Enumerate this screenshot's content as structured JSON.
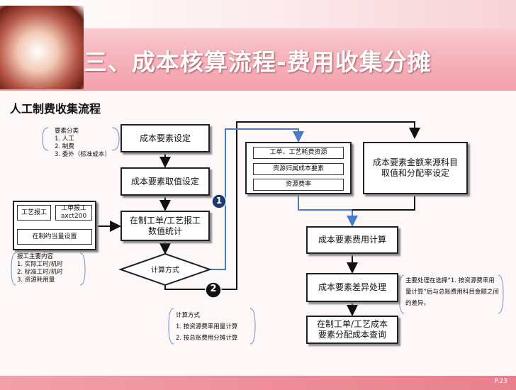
{
  "title": "三、成本核算流程-费用收集分摊",
  "section_title": "人工制费收集流程",
  "page_number": "P.23",
  "left_column": {
    "element_setting": "成本要素设定",
    "value_setting": "成本要素取值设定",
    "wip_stats": "在制工单/工艺报工数值统计",
    "calc_method": "计算方式"
  },
  "reporting_group": {
    "process_report": "工艺报工",
    "work_report_line1": "工单报工",
    "work_report_line2": "axct200",
    "wip_equivalent": "在制约当量设置"
  },
  "resource_group": {
    "item1": "工单、工艺耗费资源",
    "item2": "资源归属成本要素",
    "item3": "资源费率"
  },
  "source_setting": "成本要素金额来源科目取值和分配率设定",
  "right_column": {
    "fee_calc": "成本要素费用计算",
    "diff_process": "成本要素差异处理",
    "query": "在制工单/工艺成本要素分配成本查询"
  },
  "notes": {
    "element_category": [
      "要素分类",
      "1. 人工",
      "2. 制费",
      "3. 委外（标准成本）"
    ],
    "report_content": [
      "报工主要内容",
      "1. 实际工时/机时",
      "2. 标准工时/机时",
      "3. 资源耗用量"
    ],
    "calc_methods": [
      "计算方式",
      "1. 按资源费率用量计算",
      "2. 按总账费用分摊计算"
    ],
    "diff_desc": "主要处理在选择“1. 按资源费率用量计算”后与总账费用科目金额之间的差异。"
  },
  "markers": [
    "1",
    "2"
  ],
  "colors": {
    "blue_path": "#4a7cc4",
    "marker_fill": "#1f3a6e",
    "header": "#f3a0aa"
  }
}
